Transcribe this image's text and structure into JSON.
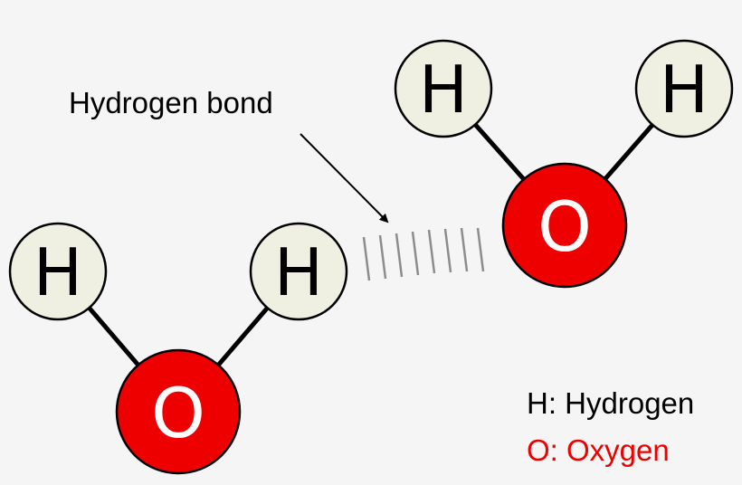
{
  "annotation": {
    "label": "Hydrogen bond"
  },
  "molecule_left": {
    "h1": "H",
    "h2": "H",
    "o": "O"
  },
  "molecule_right": {
    "h1": "H",
    "h2": "H",
    "o": "O"
  },
  "legend": {
    "hydrogen": "H: Hydrogen",
    "oxygen": "O: Oxygen"
  },
  "colors": {
    "hydrogen_fill": "#efefe2",
    "oxygen_fill": "#ee0000",
    "oxygen_text": "#ffffff",
    "hydrogen_text": "#000000",
    "legend_oxygen_text": "#ee0000",
    "bond_dash": "#8c8c8c",
    "background": "#f5f5f5"
  }
}
